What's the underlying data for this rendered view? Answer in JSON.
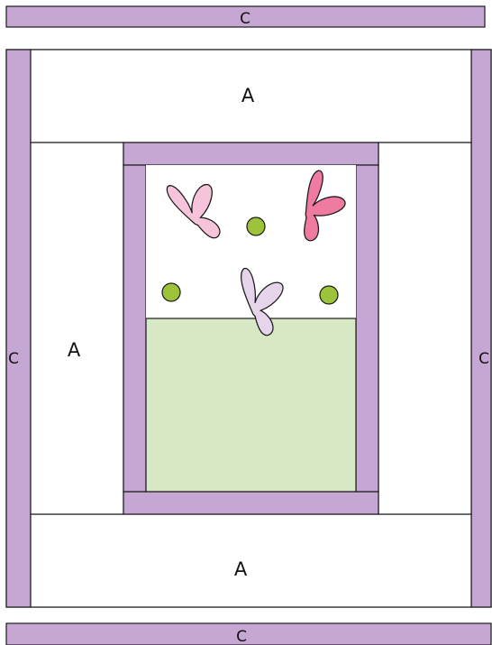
{
  "labels": {
    "c_top": "C",
    "c_bottom": "C",
    "c_left": "C",
    "c_right": "C",
    "a_top": "A",
    "a_left": "A",
    "a_bottom": "A"
  },
  "colors": {
    "lavender": "#c6a6d2",
    "green": "#d6e9c4",
    "outline": "#1a1a1a",
    "dot": "#9cc33a",
    "butterfly_pink_light": "#f6c4da",
    "butterfly_pink_dark": "#ef7ba0",
    "butterfly_lavender": "#e6d4ea"
  },
  "icons": {
    "butterfly_1": "butterfly-light-pink",
    "butterfly_2": "butterfly-dark-pink",
    "butterfly_3": "butterfly-lavender",
    "dot": "green-dot"
  }
}
